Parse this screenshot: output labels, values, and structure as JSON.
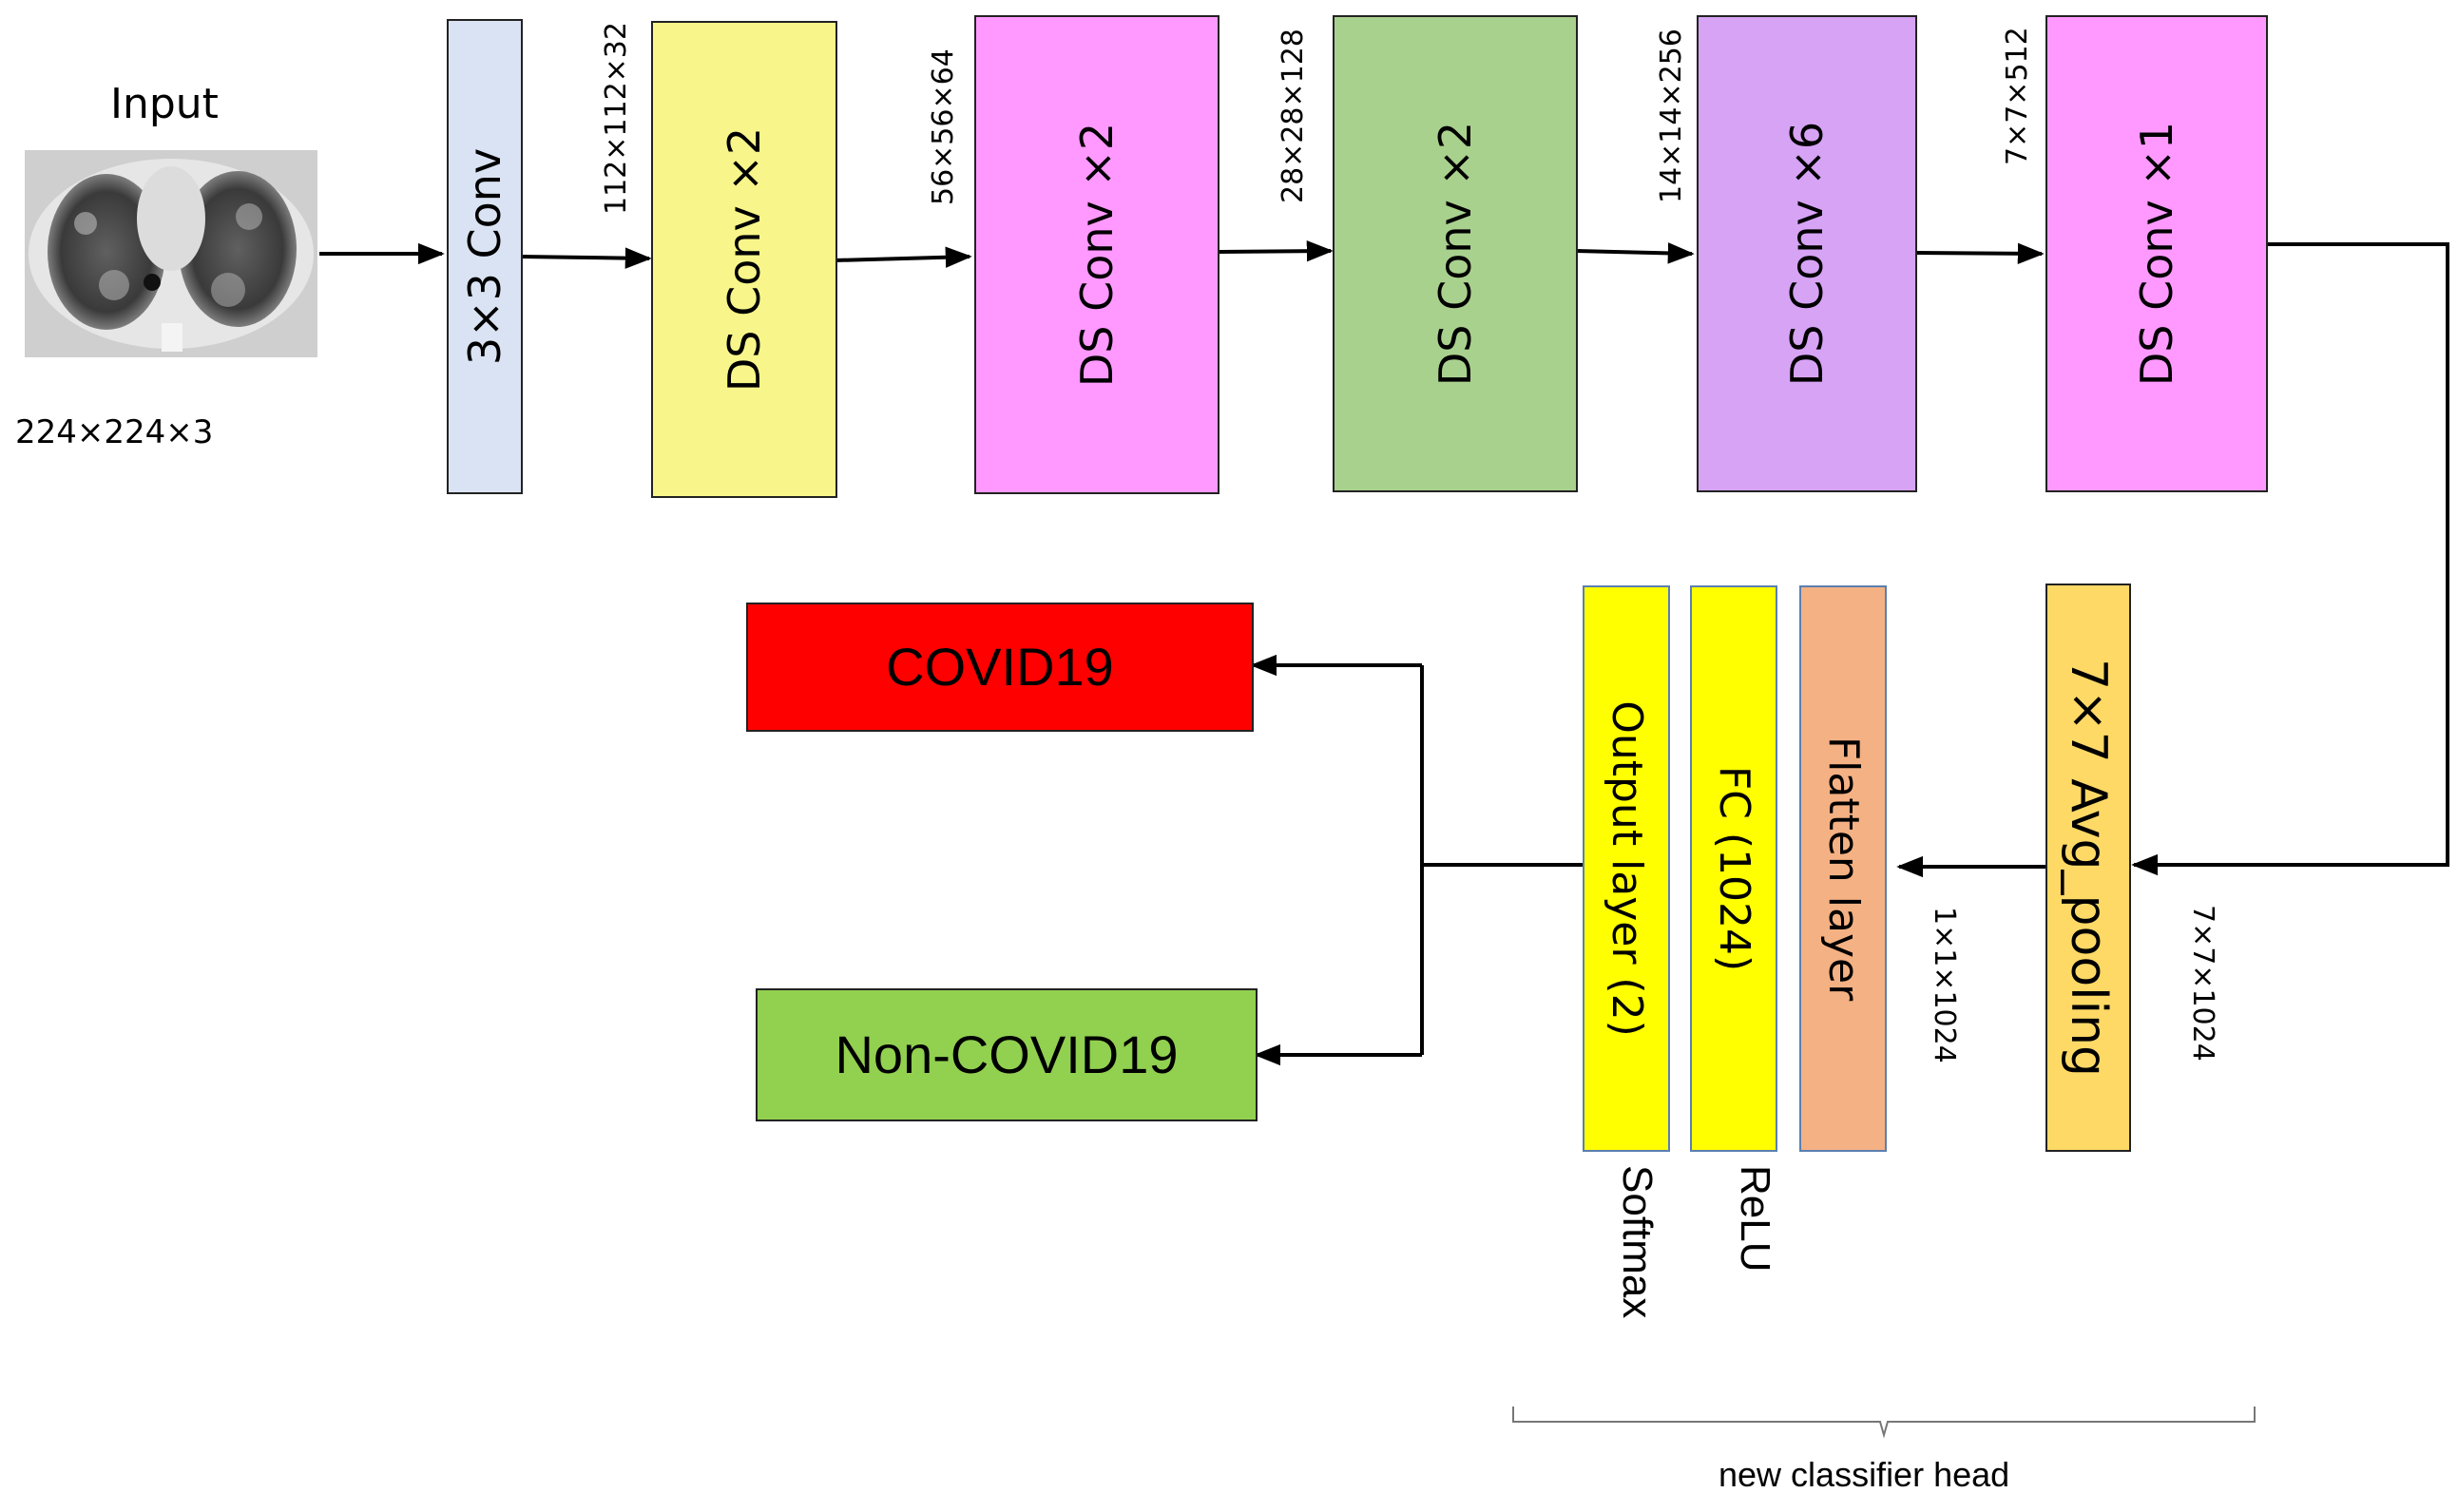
{
  "input": {
    "title": "Input",
    "dims": "224×224×3"
  },
  "backbone": [
    {
      "label": "3×3 Conv",
      "out_dims": "112×112×32",
      "color": "#dae3f3"
    },
    {
      "label": "DS Conv ×2",
      "out_dims": "56×56×64",
      "color": "#f8f68a"
    },
    {
      "label": "DS Conv ×2",
      "out_dims": "28×28×128",
      "color": "#ff99ff"
    },
    {
      "label": "DS Conv ×2",
      "out_dims": "14×14×256",
      "color": "#a9d18e"
    },
    {
      "label": "DS Conv ×6",
      "out_dims": "7×7×512",
      "color": "#d7a3f5"
    },
    {
      "label": "DS Conv ×1",
      "out_dims": "",
      "color": "#ff99ff"
    }
  ],
  "head": {
    "pooling": {
      "label": "7×7 Avg_pooling",
      "in_dims": "7×7×1024",
      "color": "#ffd966"
    },
    "flatten": {
      "label": "Flatten layer",
      "in_dims": "1×1×1024",
      "color": "#f4b183"
    },
    "fc": {
      "label": "FC (1024)",
      "activation": "ReLU",
      "color": "#ffff00"
    },
    "output": {
      "label": "Output layer (2)",
      "activation": "Softmax",
      "color": "#ffff00"
    },
    "brace_label": "new classifier head"
  },
  "outputs": [
    {
      "label": "COVID19",
      "color": "#ff0000"
    },
    {
      "label": "Non-COVID19",
      "color": "#92d050"
    }
  ],
  "icons": {
    "ct_scan": "lung-ct-image-icon"
  }
}
